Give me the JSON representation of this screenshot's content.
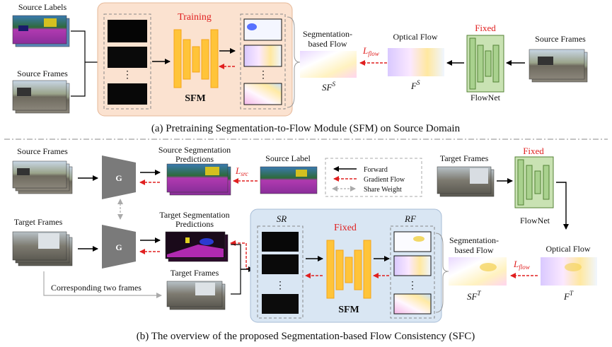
{
  "part_a": {
    "source_labels": "Source Labels",
    "source_frames": "Source Frames",
    "training": "Training",
    "sfm": "SFM",
    "ellipsis": "⋮",
    "seg_flow_line1": "Segmentation-",
    "seg_flow_line2": "based Flow",
    "sf_s": "SF",
    "sf_s_sup": "S",
    "l_flow": "L",
    "l_flow_sub": "flow",
    "optical_flow": "Optical Flow",
    "f_s": "F",
    "f_s_sup": "S",
    "fixed": "Fixed",
    "flownet": "FlowNet",
    "source_frames_right": "Source Frames",
    "caption": "(a) Pretraining Segmentation-to-Flow Module (SFM) on Source Domain"
  },
  "part_b": {
    "source_frames": "Source Frames",
    "g_top": "G",
    "g_bottom": "G",
    "src_seg_pred_line1": "Source Segmentation",
    "src_seg_pred_line2": "Predictions",
    "l_src": "L",
    "l_src_sub": "src",
    "source_label": "Source Label",
    "legend": {
      "forward": "Forward",
      "gradient": "Gradient Flow",
      "share": "Share Weight"
    },
    "target_frames_top": "Target Frames",
    "fixed_top": "Fixed",
    "flownet": "FlowNet",
    "target_frames_left": "Target Frames",
    "tgt_seg_pred_line1": "Target Segmentation",
    "tgt_seg_pred_line2": "Predictions",
    "target_frames_mid": "Target Frames",
    "corresponding": "Corresponding two frames",
    "sr": "SR",
    "fixed_mid": "Fixed",
    "sfm": "SFM",
    "rf": "RF",
    "ellipsis": "⋮",
    "seg_flow_line1": "Segmentation-",
    "seg_flow_line2": "based Flow",
    "sf_t": "SF",
    "sf_t_sup": "T",
    "optical_flow": "Optical Flow",
    "l_flow": "L",
    "l_flow_sub": "flow",
    "f_t": "F",
    "f_t_sup": "T",
    "caption": "(b) The overview of the proposed Segmentation-based Flow Consistency (SFC)"
  },
  "colors": {
    "training_bg": "#fbe2d0",
    "sfc_bg": "#d9e6f3",
    "sfm_fill": "#ffc439",
    "sfm_stroke": "#f4a51b",
    "flownet_fill": "#a9d18e",
    "flownet_stroke": "#548235",
    "red": "#e02020"
  }
}
